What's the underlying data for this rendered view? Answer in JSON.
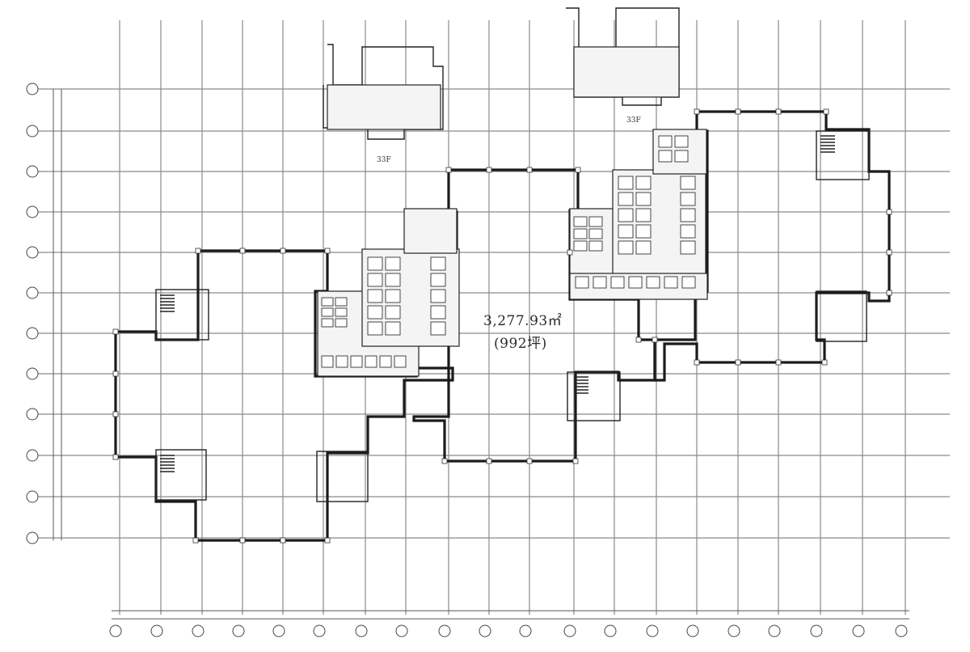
{
  "plan": {
    "area_label": "3,277.93㎡",
    "area_tsubo_label": "(992坪)",
    "upper_floor_labels": [
      "33F",
      "33F"
    ]
  }
}
